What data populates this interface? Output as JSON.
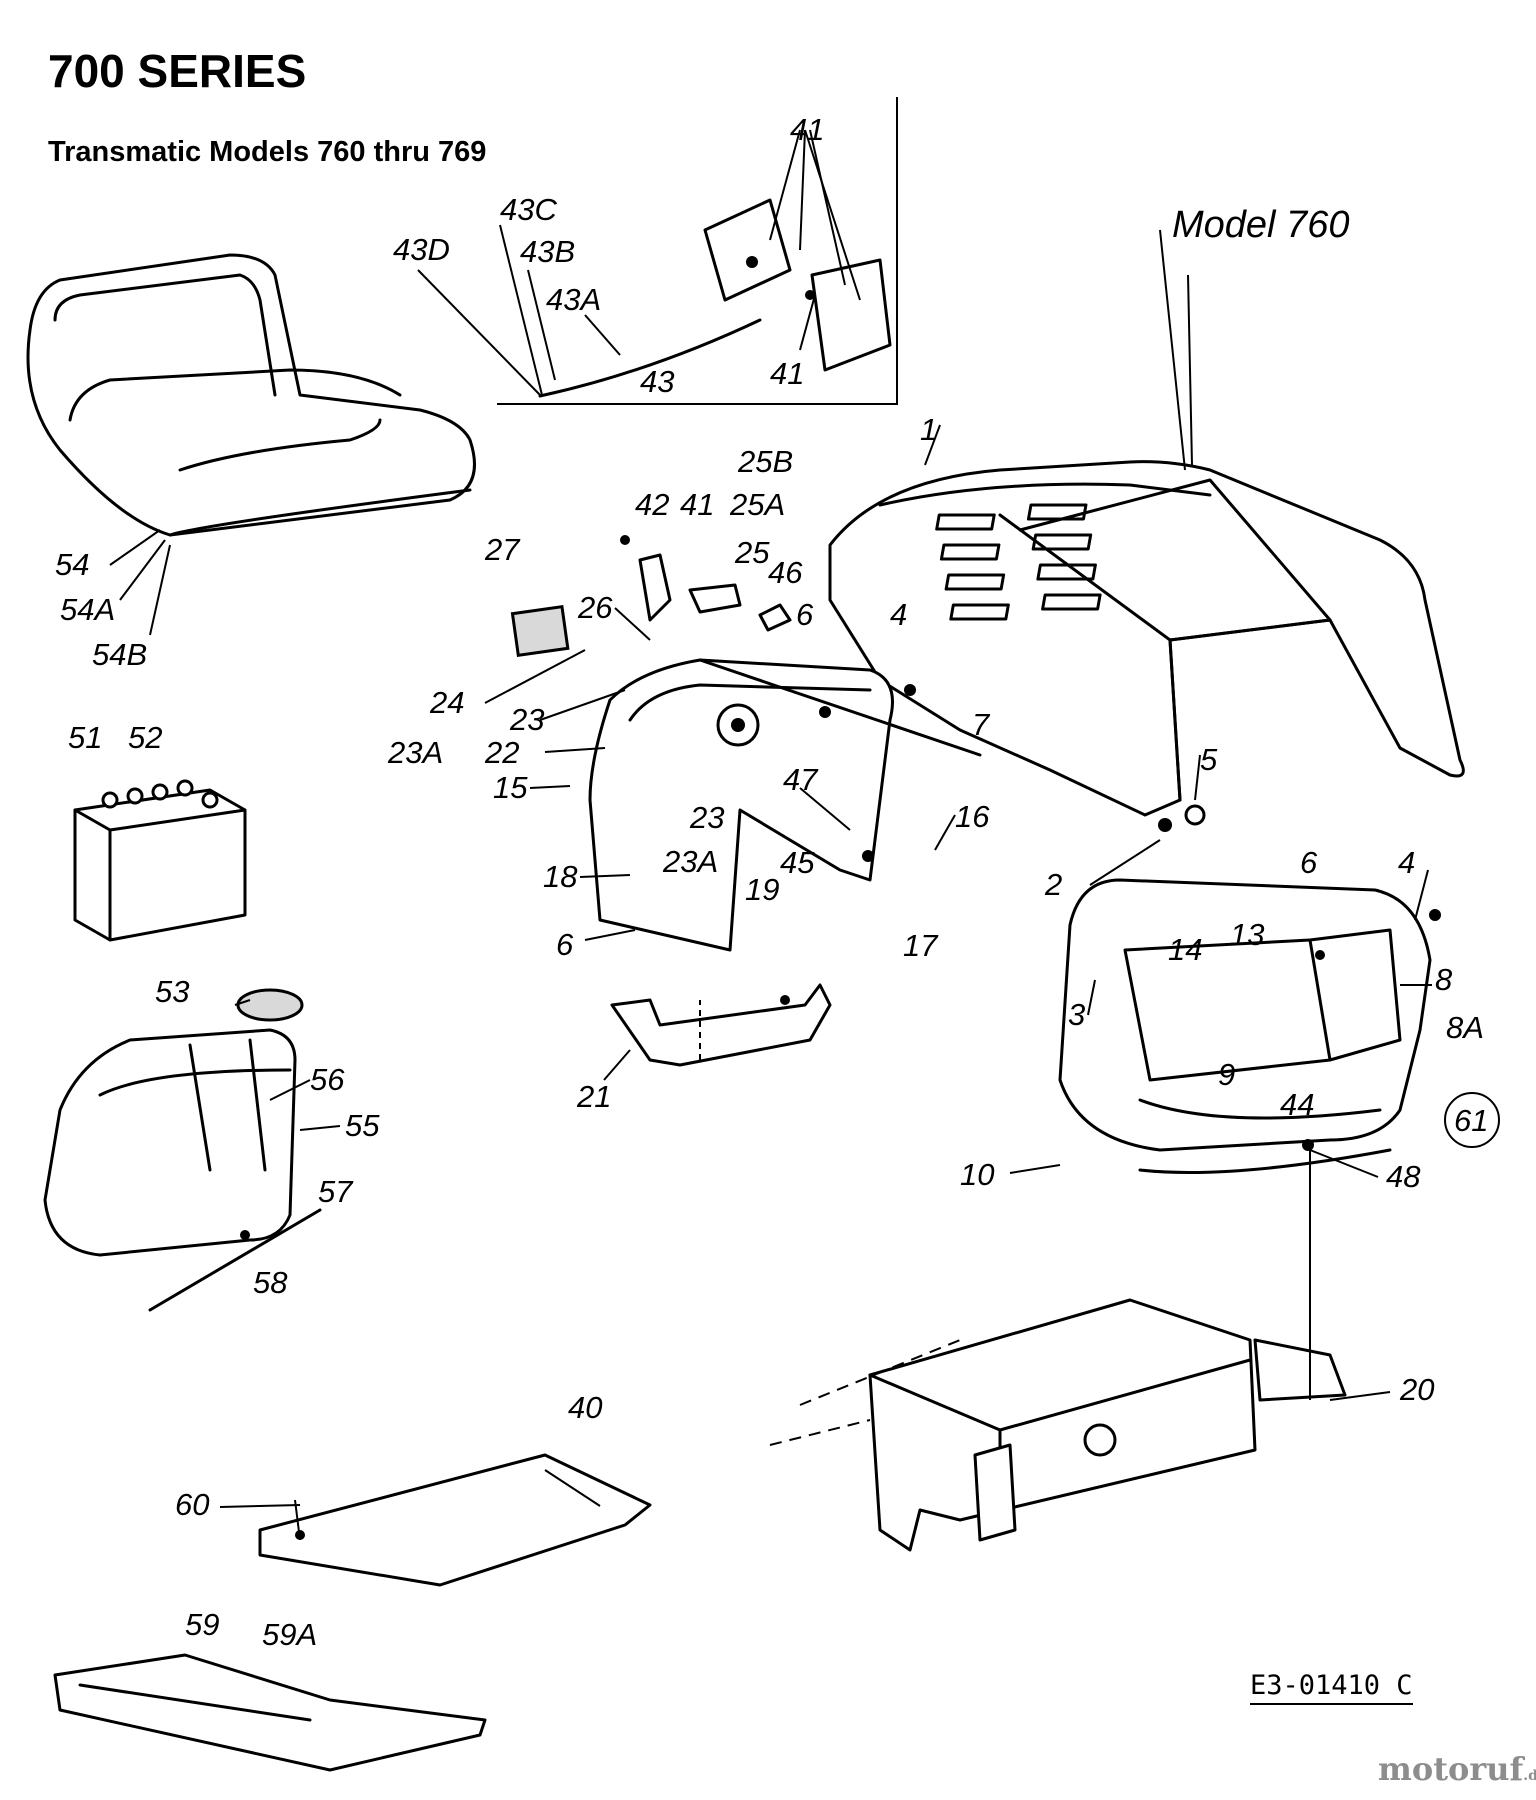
{
  "header": {
    "title": "700 SERIES",
    "subtitle": "Transmatic Models 760 thru 769",
    "model": "Model 760"
  },
  "footer": {
    "drawing_code": "E3-01410 C",
    "watermark": "motoruf",
    "watermark_suffix": ".de"
  },
  "callouts": {
    "c1": "1",
    "c2": "2",
    "c3": "3",
    "c4a": "4",
    "c4b": "4",
    "c5": "5",
    "c6a": "6",
    "c6b": "6",
    "c6c": "6",
    "c7": "7",
    "c8": "8",
    "c8A": "8A",
    "c9": "9",
    "c10": "10",
    "c13": "13",
    "c14": "14",
    "c15": "15",
    "c16": "16",
    "c17": "17",
    "c18": "18",
    "c19": "19",
    "c20": "20",
    "c21": "21",
    "c22": "22",
    "c23a": "23",
    "c23b": "23",
    "c23Aa": "23A",
    "c23Ab": "23A",
    "c24": "24",
    "c25": "25",
    "c25A": "25A",
    "c25B": "25B",
    "c26": "26",
    "c27": "27",
    "c40": "40",
    "c41a": "41",
    "c41b": "41",
    "c41c": "41",
    "c42": "42",
    "c43": "43",
    "c43A": "43A",
    "c43B": "43B",
    "c43C": "43C",
    "c43D": "43D",
    "c44": "44",
    "c45": "45",
    "c46": "46",
    "c47": "47",
    "c48": "48",
    "c51": "51",
    "c52": "52",
    "c53": "53",
    "c54": "54",
    "c54A": "54A",
    "c54B": "54B",
    "c55": "55",
    "c56": "56",
    "c57": "57",
    "c58": "58",
    "c59": "59",
    "c59A": "59A",
    "c60": "60",
    "c61": "61"
  },
  "colors": {
    "ink": "#000000",
    "watermark": "#8d8d8d",
    "paper": "#ffffff"
  }
}
